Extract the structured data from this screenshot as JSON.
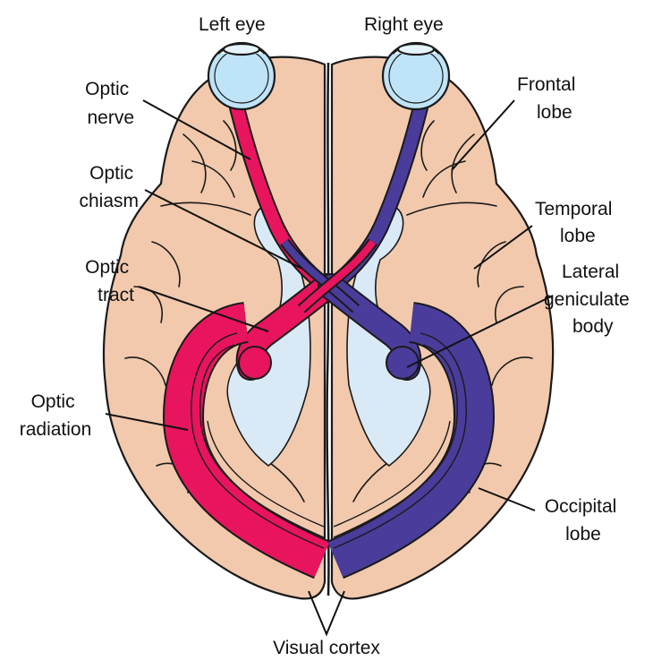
{
  "labels": {
    "left_eye": "Left eye",
    "right_eye": "Right eye",
    "optic_nerve": [
      "Optic",
      "nerve"
    ],
    "frontal_lobe": [
      "Frontal",
      "lobe"
    ],
    "optic_chiasm": [
      "Optic",
      "chiasm"
    ],
    "temporal_lobe": [
      "Temporal",
      "lobe"
    ],
    "optic_tract": [
      "Optic",
      "tract"
    ],
    "lateral_geniculate_body": [
      "Lateral",
      "geniculate",
      "body"
    ],
    "optic_radiation": [
      "Optic",
      "radiation"
    ],
    "occipital_lobe": [
      "Occipital",
      "lobe"
    ],
    "visual_cortex": "Visual cortex"
  },
  "colors": {
    "brain": "#f2c9ad",
    "brain_outline": "#1a1a1a",
    "pathway_left": "#e8145e",
    "pathway_right": "#4a3c9a",
    "ventricle": "#d9e9f6",
    "eye": "#bfe3f7"
  }
}
